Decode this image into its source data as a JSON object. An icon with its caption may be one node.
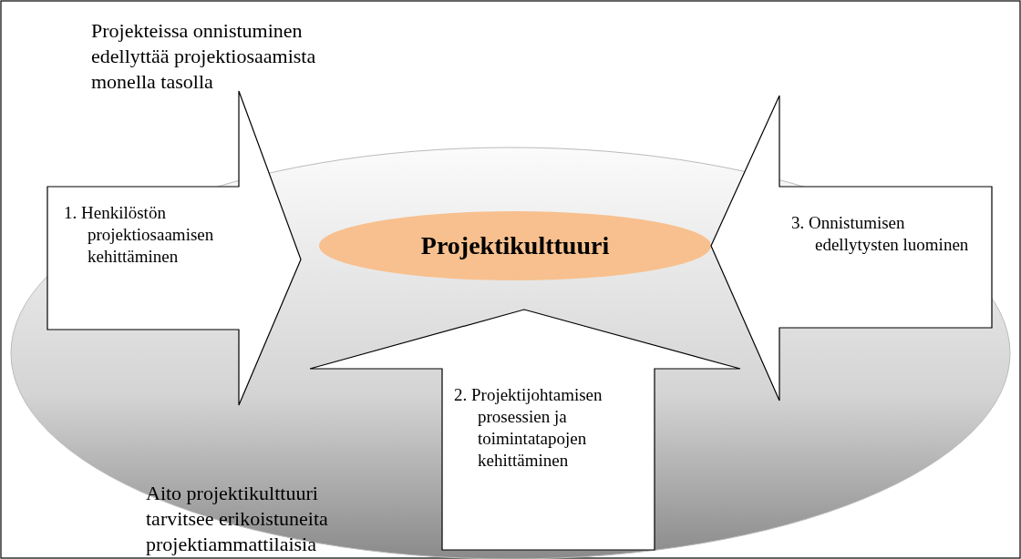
{
  "diagram": {
    "nodes": [
      {
        "text": [
          "1. Henkilöstön projektiosaamisen kehittäminen"
        ]
      },
      {
        "text": [
          "Projektikulttuuri"
        ]
      },
      {
        "text": [
          "3. Onnistumisen edellytysten luominen"
        ]
      },
      {
        "text": [
          "2. Projektijohtamisen prosessien ja toimintatapojen kehittäminen"
        ]
      }
    ],
    "edges": [],
    "labels": [
      "Projekteissa onnistuminen edellyttää projektiosaamista monella tasolla",
      "Aito projektikulttuuri tarvitsee erikoistuneita projektiammattilaisia"
    ]
  }
}
